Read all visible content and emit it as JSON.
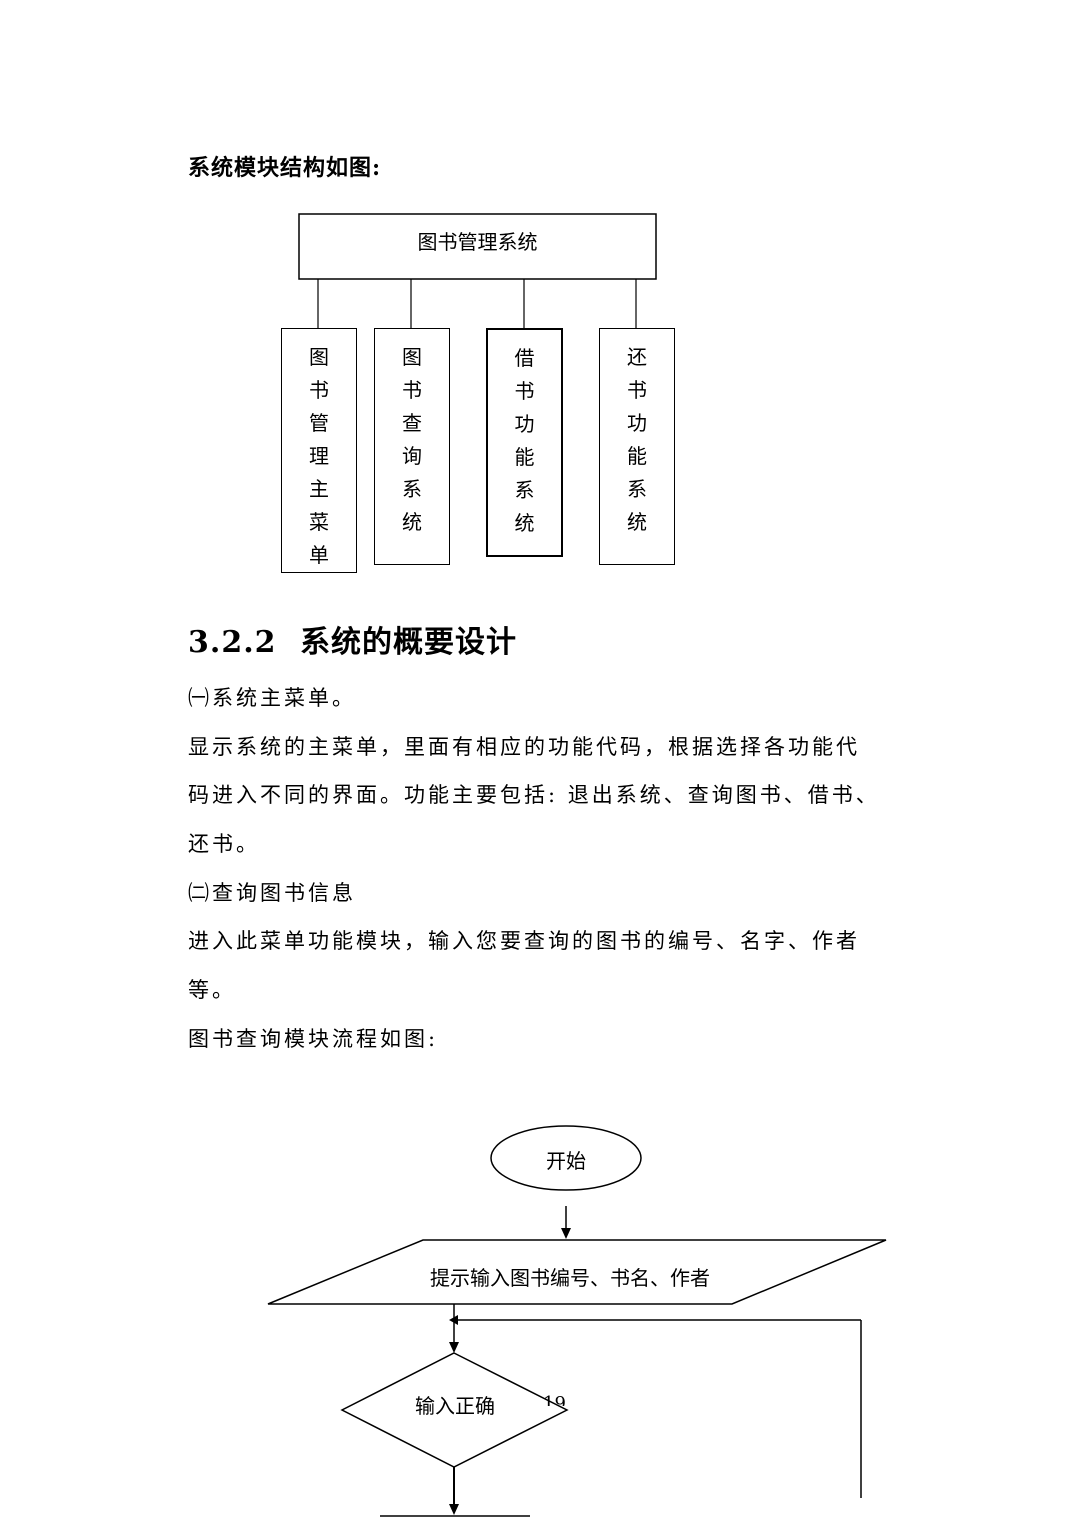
{
  "heading": "系统模块结构如图:",
  "module_diagram": {
    "root": "图书管理系统",
    "children": [
      "图书管理主菜单",
      "图书查询系统",
      "借书功能系统",
      "还书功能系统"
    ]
  },
  "section": {
    "number": "3.2.2",
    "title": "系统的概要设计"
  },
  "paragraphs": [
    "㈠系统主菜单。",
    "显示系统的主菜单，里面有相应的功能代码，根据选择各功能代",
    "码进入不同的界面。功能主要包括: 退出系统、查询图书、借书、",
    "还书。",
    "㈡查询图书信息",
    "进入此菜单功能模块，输入您要查询的图书的编号、名字、作者",
    "等。",
    "图书查询模块流程如图:"
  ],
  "flowchart": {
    "start": "开始",
    "input_prompt": "提示输入图书编号、书名、作者",
    "decision": "输入正确",
    "page_fragment": "19"
  }
}
